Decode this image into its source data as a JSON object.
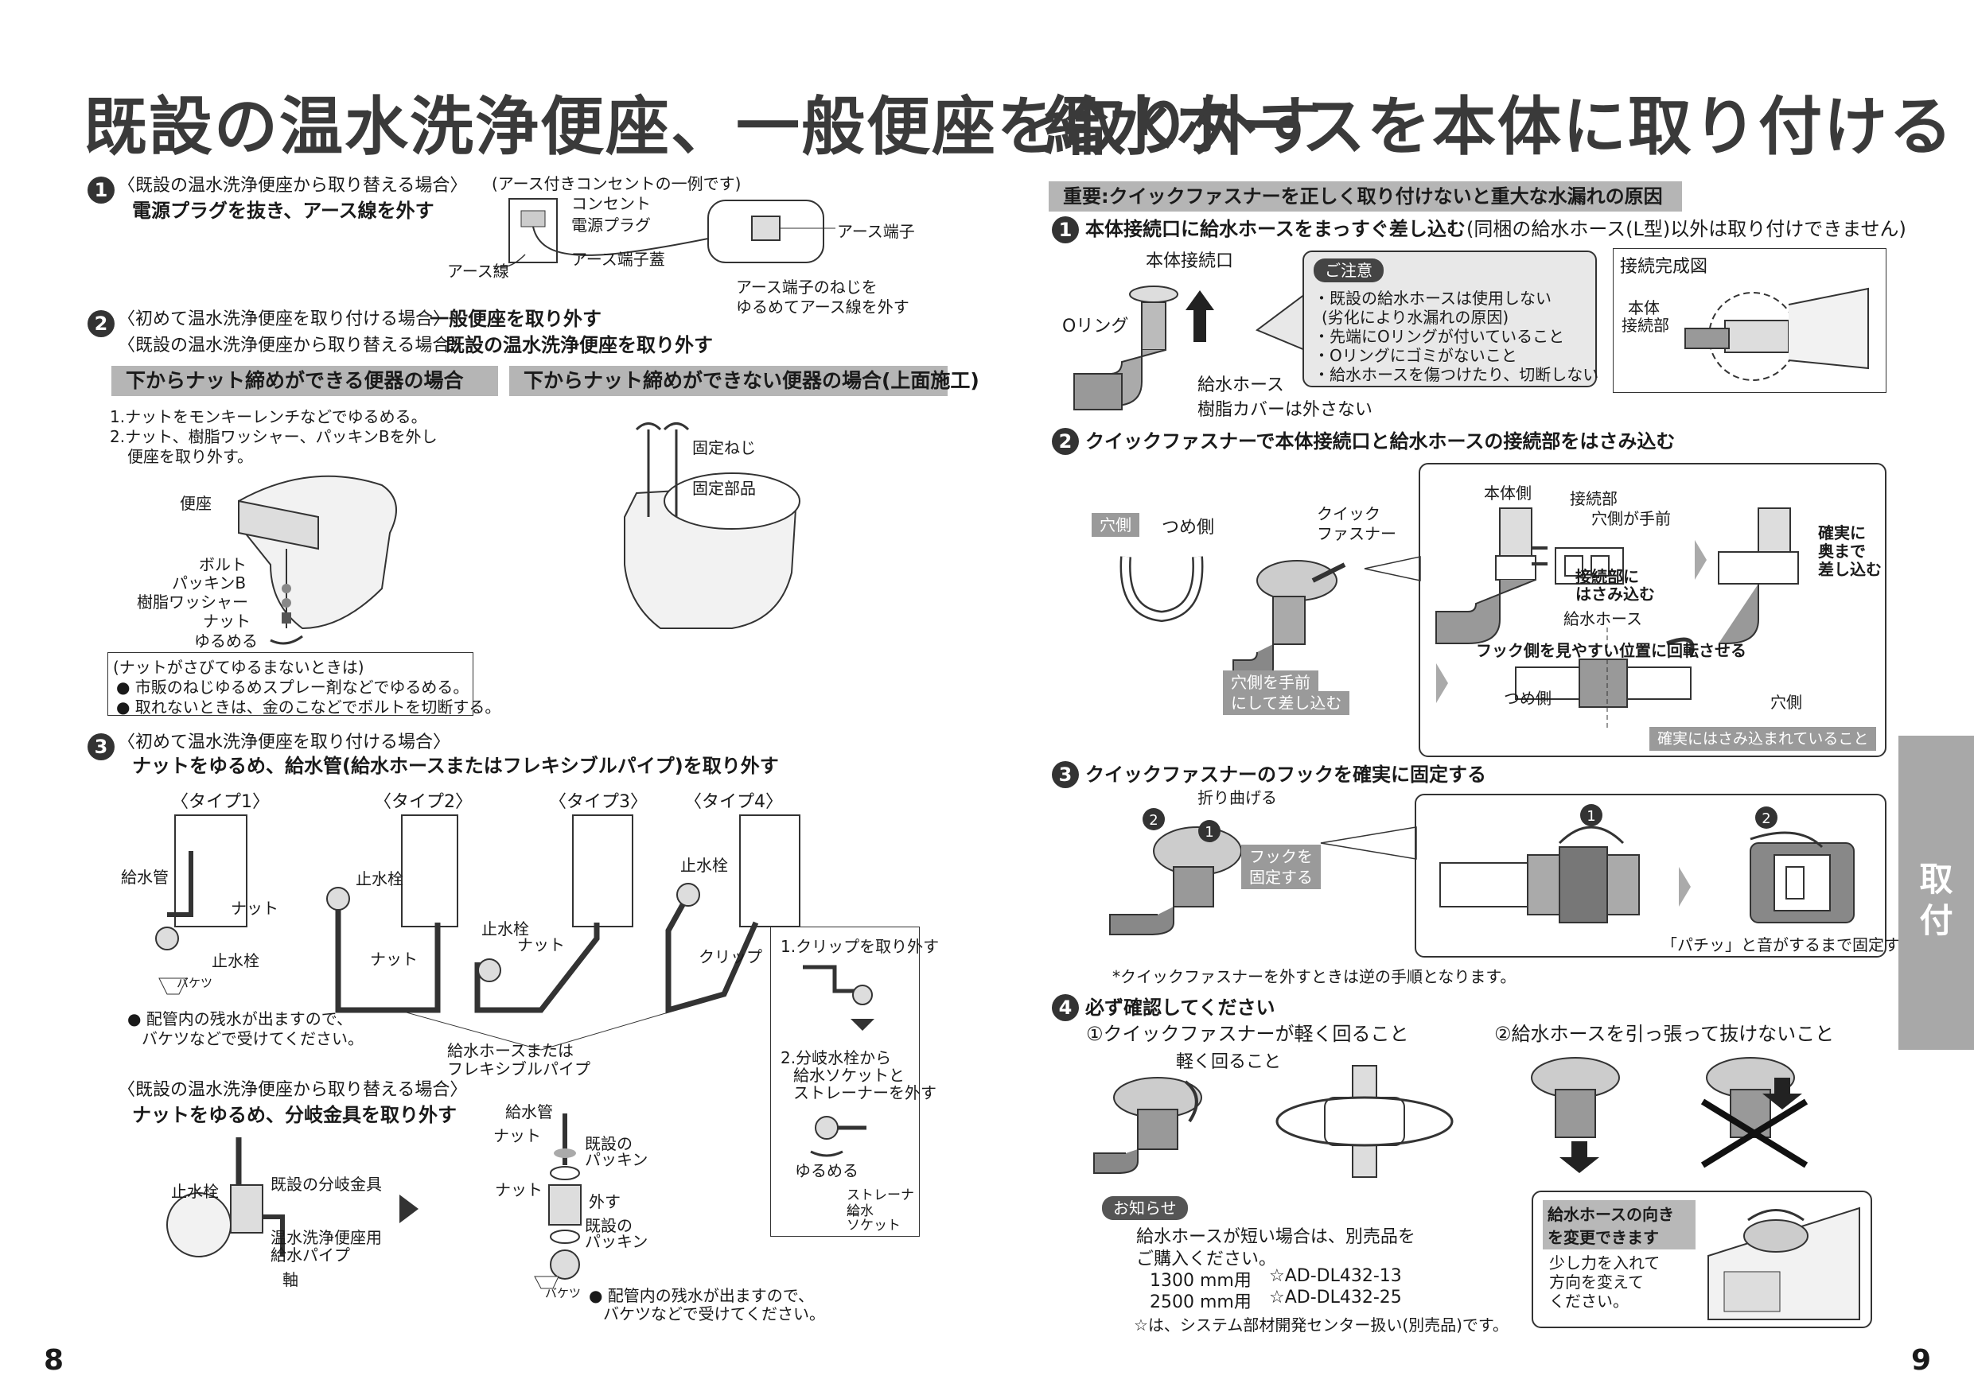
{
  "left": {
    "title": "既設の温水洗浄便座、一般便座を取り外す",
    "page_number": "8",
    "step1": {
      "num": "1",
      "context": "〈既設の温水洗浄便座から取り替える場合〉",
      "instruction": "電源プラグを抜き、アース線を外す",
      "example_note": "(アース付きコンセントの一例です)",
      "labels": {
        "outlet": "コンセント",
        "plug": "電源プラグ",
        "earth_cover": "アース端子蓋",
        "earth_wire": "アース線",
        "earth_terminal": "アース端子",
        "screw_note_1": "アース端子のねじを",
        "screw_note_2": "ゆるめてアース線を外す"
      }
    },
    "step2": {
      "num": "2",
      "context_a": "〈初めて温水洗浄便座を取り付ける場合〉",
      "instruction_a": "一般便座を取り外す",
      "context_b": "〈既設の温水洗浄便座から取り替える場合〉",
      "instruction_b": "既設の温水洗浄便座を取り外す",
      "bar_a": "下からナット締めができる便器の場合",
      "bar_b": "下からナット締めができない便器の場合(上面施工)",
      "text_1": "1.ナットをモンキーレンチなどでゆるめる。",
      "text_2": "2.ナット、樹脂ワッシャー、パッキンBを外し",
      "text_3": "便座を取り外す。",
      "labels": {
        "seat": "便座",
        "bolt": "ボルト",
        "packing_b": "パッキンB",
        "washer": "樹脂ワッシャー",
        "nut": "ナット",
        "loosen": "ゆるめる",
        "fix_screw": "固定ねじ",
        "fix_part": "固定部品"
      },
      "rust_title": "(ナットがさびてゆるまないときは)",
      "rust_1": "● 市販のねじゆるめスプレー剤などでゆるめる。",
      "rust_2": "● 取れないときは、金のこなどでボルトを切断する。"
    },
    "step3": {
      "num": "3",
      "context": "〈初めて温水洗浄便座を取り付ける場合〉",
      "instruction": "ナットをゆるめ、給水管(給水ホースまたはフレキシブルパイプ)を取り外す",
      "types": [
        "〈タイプ1〉",
        "〈タイプ2〉",
        "〈タイプ3〉",
        "〈タイプ4〉"
      ],
      "labels": {
        "supply_pipe": "給水管",
        "nut": "ナット",
        "stop_valve": "止水栓",
        "bucket": "バケツ",
        "clip": "クリップ",
        "hose_or_flex_1": "給水ホースまたは",
        "hose_or_flex_2": "フレキシブルパイプ"
      },
      "note_1": "● 配管内の残水が出ますので、",
      "note_2": "バケツなどで受けてください。",
      "side_1": "1.クリップを取り外す",
      "side_2a": "2.分岐水栓から",
      "side_2b": "給水ソケットと",
      "side_2c": "ストレーナーを外す",
      "side_loosen": "ゆるめる",
      "side_strainer": "ストレーナー",
      "side_socket_1": "給水",
      "side_socket_2": "ソケット",
      "context_b": "〈既設の温水洗浄便座から取り替える場合〉",
      "instruction_b": "ナットをゆるめ、分岐金具を取り外す",
      "labels_b": {
        "stop_valve": "止水栓",
        "branch": "既設の分岐金具",
        "pipe_1": "温水洗浄便座用",
        "pipe_2": "給水パイプ",
        "shaft": "軸",
        "supply_pipe": "給水管",
        "nut": "ナット",
        "packing_1": "既設の",
        "packing_2": "パッキン",
        "remove": "外す",
        "bucket": "バケツ"
      },
      "note_b_1": "● 配管内の残水が出ますので、",
      "note_b_2": "バケツなどで受けてください。"
    }
  },
  "right": {
    "title": "給水ホースを本体に取り付ける",
    "page_number": "9",
    "important": "重要:クイックファスナーを正しく取り付けないと重大な水漏れの原因",
    "side_tab": [
      "取",
      "付"
    ],
    "step1": {
      "num": "1",
      "instruction": "本体接続口に給水ホースをまっすぐ差し込む",
      "paren": "(同梱の給水ホース(L型)以外は取り付けできません)",
      "labels": {
        "port": "本体接続口",
        "oring": "Oリング",
        "hose": "給水ホース",
        "cover": "樹脂カバーは外さない"
      },
      "caution_title": "ご注意",
      "caution": [
        "・既設の給水ホースは使用しない",
        "(劣化により水漏れの原因)",
        "・先端にOリングが付いていること",
        "・Oリングにゴミがないこと",
        "・給水ホースを傷つけたり、切断しない"
      ],
      "complete_title": "接続完成図",
      "complete_label_1": "本体",
      "complete_label_2": "接続部"
    },
    "step2": {
      "num": "2",
      "instruction": "クイックファスナーで本体接続口と給水ホースの接続部をはさみ込む",
      "labels": {
        "hole_side": "穴側",
        "claw_side": "つめ側",
        "qf_1": "クイック",
        "qf_2": "ファスナー",
        "insert_1": "穴側を手前",
        "insert_2": "にして差し込む",
        "body_side": "本体側",
        "joint": "接続部",
        "hole_front": "穴側が手前",
        "clamp_1": "接続部に",
        "clamp_2": "はさみ込む",
        "hose": "給水ホース",
        "firm_1": "確実に",
        "firm_2": "奥まで",
        "firm_3": "差し込む",
        "rotate": "フック側を見やすい位置に回転させる",
        "claw_side_b": "つめ側",
        "hole_side_b": "穴側",
        "confirm": "確実にはさみ込まれていること"
      }
    },
    "step3": {
      "num": "3",
      "instruction": "クイックファスナーのフックを確実に固定する",
      "labels": {
        "fold": "折り曲げる",
        "fix_1": "フックを",
        "fix_2": "固定する",
        "mark_1": "1",
        "mark_2": "2",
        "click": "「パチッ」と音がするまで固定する"
      },
      "note": "*クイックファスナーを外すときは逆の手順となります。"
    },
    "step4": {
      "num": "4",
      "instruction": "必ず確認してください",
      "check_1": "①クイックファスナーが軽く回ること",
      "check_2": "②給水ホースを引っ張って抜けないこと",
      "turn_easily": "軽く回ること",
      "notice_title": "お知らせ",
      "notice_1": "給水ホースが短い場合は、別売品を",
      "notice_2": "ご購入ください。",
      "item_1_len": "1300 mm用",
      "item_1_code": "☆AD-DL432-13",
      "item_2_len": "2500 mm用",
      "item_2_code": "☆AD-DL432-25",
      "notice_foot": "☆は、システム部材開発センター扱い(別売品)です。",
      "direction_title_1": "給水ホースの向き",
      "direction_title_2": "を変更できます",
      "direction_1": "少し力を入れて",
      "direction_2": "方向を変えて",
      "direction_3": "ください。"
    }
  }
}
